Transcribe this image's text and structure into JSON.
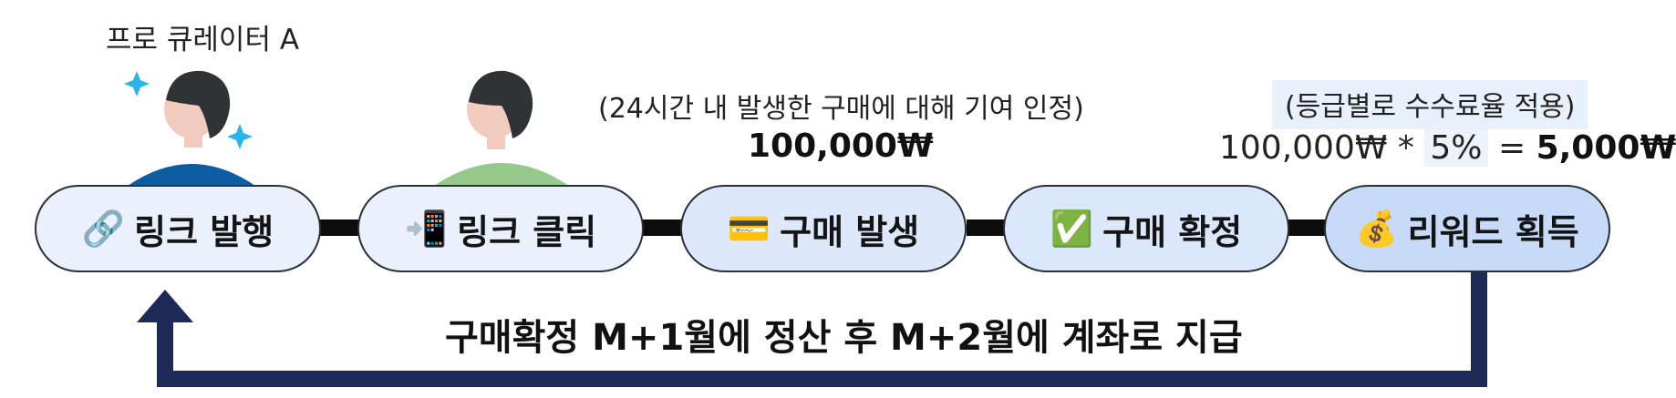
{
  "header": {
    "curator_label": "프로 큐레이터 A",
    "attribution_note": "(24시간 내 발생한 구매에 대해 기여 인정)",
    "purchase_amount": "100,000₩",
    "commission_note": "(등급별로 수수료율 적용)",
    "formula": {
      "base": "100,000₩ *",
      "rate": "5%",
      "equals": "=",
      "result": "5,000₩"
    }
  },
  "steps": [
    {
      "icon": "link-icon",
      "emoji": "🔗",
      "label": "링크 발행"
    },
    {
      "icon": "mobile-phone-icon",
      "emoji": "📲",
      "label": "링크 클릭"
    },
    {
      "icon": "credit-card-icon",
      "emoji": "💳",
      "label": "구매 발생"
    },
    {
      "icon": "check-mark-icon",
      "emoji": "✅",
      "label": "구매 확정"
    },
    {
      "icon": "money-bag-icon",
      "emoji": "💰",
      "label": "리워드 획득"
    }
  ],
  "footer": {
    "settlement_text": "구매확정 M+1월에 정산 후 M+2월에 계좌로 지급"
  },
  "colors": {
    "curator_shirt": "#0d5da3",
    "customer_shirt": "#97c98d",
    "hair": "#2f3336",
    "skin": "#f2cbbf",
    "sparkle": "#29b5ea",
    "return_arrow": "#1c2a55"
  }
}
